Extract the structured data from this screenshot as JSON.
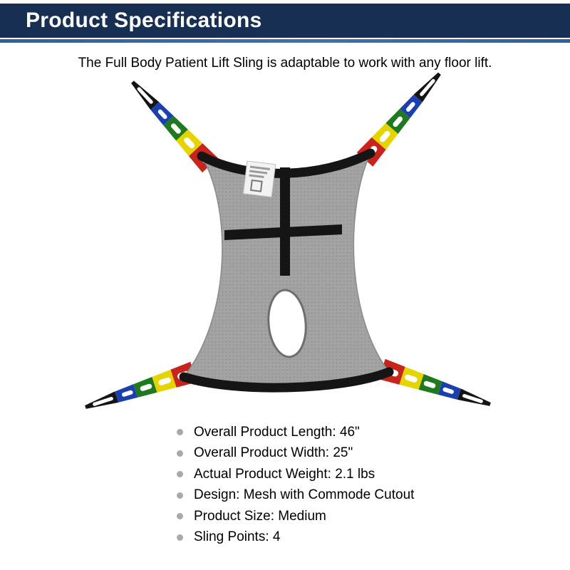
{
  "header": {
    "title": "Product Specifications"
  },
  "subtitle": "The Full Body Patient Lift Sling is adaptable to work with any floor lift.",
  "specs": [
    "Overall Product Length: 46\"",
    "Overall Product Width: 25\"",
    "Actual Product Weight: 2.1 lbs",
    "Design: Mesh with Commode Cutout",
    "Product Size: Medium",
    "Sling Points: 4"
  ],
  "figure": {
    "name": "full-body-mesh-sling-illustration",
    "strap_colors": [
      "#c8241e",
      "#e6d400",
      "#1f7a1f",
      "#1c3fae",
      "#141414"
    ],
    "mesh_color": "#a3a3a3"
  },
  "colors": {
    "header_bar": "#172f52",
    "accent_line": "#34619c",
    "bullet": "#a9a9a9",
    "text": "#000000",
    "background": "#ffffff"
  }
}
